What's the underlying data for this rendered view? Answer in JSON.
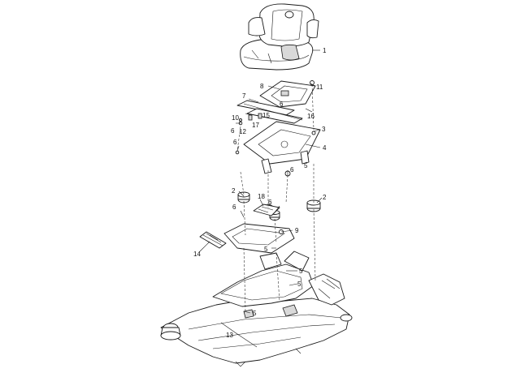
{
  "diagram": {
    "callouts": {
      "c1": "1",
      "c2a": "2",
      "c2b": "2",
      "c3": "3",
      "c4": "4",
      "c5a": "5",
      "c5b": "5",
      "c5c": "5",
      "c5d": "5",
      "c5e": "5",
      "c6a": "6",
      "c6b": "6",
      "c6c": "6",
      "c6d": "6",
      "c6e": "6",
      "c6f": "6",
      "c7": "7",
      "c8": "8",
      "c9": "9",
      "c10": "10",
      "c11": "11",
      "c12": "12",
      "c13": "13",
      "c14": "14",
      "c15": "15",
      "c16": "16",
      "c17": "17",
      "c18": "18"
    }
  }
}
